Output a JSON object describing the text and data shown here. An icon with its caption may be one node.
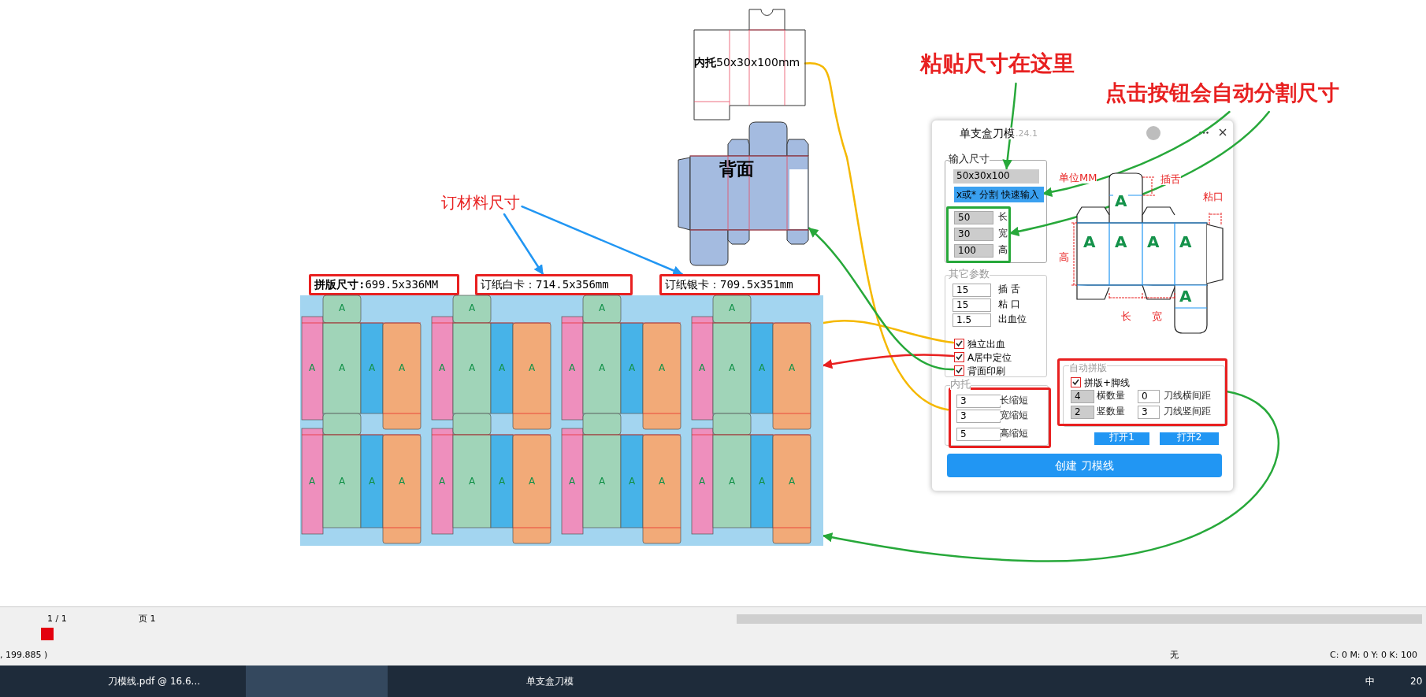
{
  "diagram": {
    "nodes": [
      {
        "text": [
          "**内托**50x30x100mm"
        ]
      },
      {
        "text": [
          "背面"
        ]
      },
      {
        "text": [
          "订材料尺寸"
        ]
      },
      {
        "text": [
          "**拼版尺寸:**699.5x336MM"
        ]
      },
      {
        "text": [
          "订纸白卡：714.5x356mm"
        ]
      },
      {
        "text": [
          "订纸银卡：709.5x351mm"
        ]
      },
      {
        "text": [],
        "shape": "picture"
      },
      {
        "text": [
          "粘贴尺寸在这里"
        ]
      },
      {
        "text": [
          "点击按钮会自动分割尺寸"
        ]
      },
      {
        "text": [
          "单支盒刀模",
          ".24.1"
        ]
      },
      {
        "text": [
          "50x30x100"
        ],
        "in": 9
      },
      {
        "text": [
          "x或* 分割 快速输入"
        ],
        "in": 9
      },
      {
        "text": [
          "50",
          "长",
          "30",
          "宽",
          "100",
          "高"
        ],
        "in": 9
      },
      {
        "text": [
          "独立出血"
        ],
        "in": 9
      },
      {
        "text": [
          "A居中定位"
        ],
        "in": 9
      },
      {
        "text": [
          "背面印刷"
        ],
        "in": 9
      },
      {
        "text": [
          "3",
          "长缩短",
          "3",
          "宽缩短",
          "5",
          "高缩短"
        ],
        "in": 9
      },
      {
        "text": [
          "自动拼版",
          "拼版+脚线",
          "4",
          "横数量",
          "0",
          "刀线横间距",
          "2",
          "竖数量",
          "3",
          "刀线竖间距"
        ],
        "in": 9
      }
    ],
    "edges": [
      {
        "from": 7,
        "to": 10,
        "arrow": "to"
      },
      {
        "from": 8,
        "to": 11,
        "arrow": "to"
      },
      {
        "from": 8,
        "to": 12,
        "arrow": "to"
      },
      {
        "from": 2,
        "to": 4,
        "arrow": "to",
        "color": "#2196f3"
      },
      {
        "from": 2,
        "to": 5,
        "arrow": "to",
        "color": "#2196f3"
      },
      {
        "from": 0,
        "to": 16,
        "arrow": "none",
        "color": "#f5b800"
      },
      {
        "from": 6,
        "to": 13,
        "arrow": "none",
        "color": "#f5b800"
      },
      {
        "from": 14,
        "to": 6,
        "arrow": "to",
        "color": "#e82020"
      },
      {
        "from": 15,
        "to": 1,
        "arrow": "to"
      },
      {
        "from": 17,
        "to": 6,
        "arrow": "to"
      }
    ],
    "labels": [
      "输入尺寸",
      "单位MM",
      "插舌",
      "A",
      "粘口",
      "A",
      "A",
      "A",
      "A",
      "A",
      "高",
      "其它参数",
      "15",
      "插 舌",
      "15",
      "粘 口",
      "1.5",
      "出血位",
      "长",
      "宽",
      "内托",
      "打开1",
      "打开2",
      "创建 刀模线",
      "A",
      "A",
      "A",
      "A",
      "A",
      "A",
      "A",
      "A",
      "A",
      "A",
      "A",
      "A",
      "A",
      "A",
      "A",
      "A",
      "A",
      "A",
      "A",
      "A",
      "A",
      "A",
      "A",
      "A",
      "A",
      "A",
      "A",
      "A",
      "A",
      "A",
      "A",
      "A",
      "A",
      "A",
      "A",
      "A",
      "1 / 1",
      "页 1",
      ", 199.885 )",
      "无",
      "C: 0 M: 0 Y: 0 K: 100",
      "刀模线.pdf @ 16.6...",
      "单支盒刀模",
      "中",
      "20"
    ]
  }
}
